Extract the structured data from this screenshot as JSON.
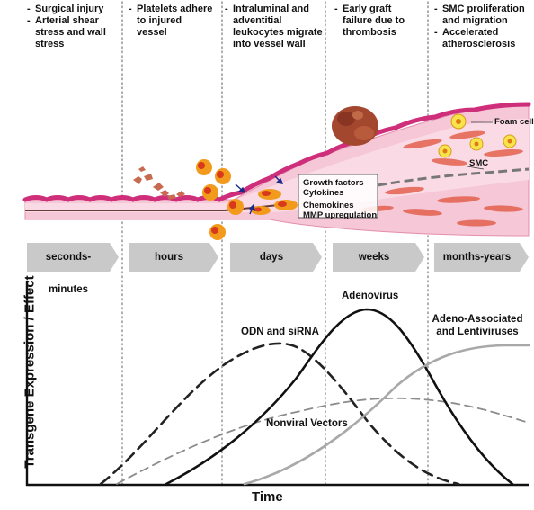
{
  "stages": [
    {
      "lines": [
        "Surgical injury",
        "Arterial shear stress and wall stress"
      ]
    },
    {
      "lines": [
        "Platelets adhere to injured vessel"
      ]
    },
    {
      "lines": [
        "Intraluminal and adventitial leukocytes migrate into vessel wall"
      ]
    },
    {
      "lines": [
        "Early graft failure due to thrombosis"
      ]
    },
    {
      "lines": [
        "SMC proliferation and migration",
        "Accelerated atherosclerosis"
      ]
    }
  ],
  "stage_text": {
    "s1a": "Surgical injury",
    "s1b": "Arterial shear stress and wall stress",
    "s2a": "Platelets adhere to injured vessel",
    "s3a": "Intraluminal and adventitial leukocytes migrate into vessel wall",
    "s4a": "Early graft failure due to thrombosis",
    "s5a": "SMC proliferation and migration",
    "s5b": "Accelerated atherosclerosis"
  },
  "vessel_annotations": {
    "growth": "Growth factors",
    "cytokines": "Cytokines",
    "chemokines": "Chemokines",
    "mmp": "MMP upregulation",
    "foam": "Foam cell",
    "smc": "SMC"
  },
  "timeline": {
    "t1": "seconds-minutes",
    "t2": "hours",
    "t3": "days",
    "t4": "weeks",
    "t5": "months-years"
  },
  "curves": {
    "adenovirus": "Adenovirus",
    "odn": "ODN and siRNA",
    "aav_1": "Adeno-Associated",
    "aav_2": "and Lentiviruses",
    "nonviral": "Nonviral Vectors"
  },
  "axes": {
    "y": "Transgene Expression / Effect",
    "x": "Time"
  },
  "colors": {
    "vessel_pink": "#f4b6c8",
    "endothelium_magenta": "#d0337c",
    "arrow_gray": "#c8c8c8",
    "adenovirus_line": "#111111",
    "odn_line": "#222222",
    "aav_line": "#a8a8a8",
    "nonviral_line": "#888888",
    "thrombus": "#a0462e",
    "cell_orange": "#f29a1c"
  },
  "icons": [
    "platelet-cluster",
    "leukocyte",
    "thrombus",
    "foam-cell",
    "smooth-muscle-cell"
  ]
}
